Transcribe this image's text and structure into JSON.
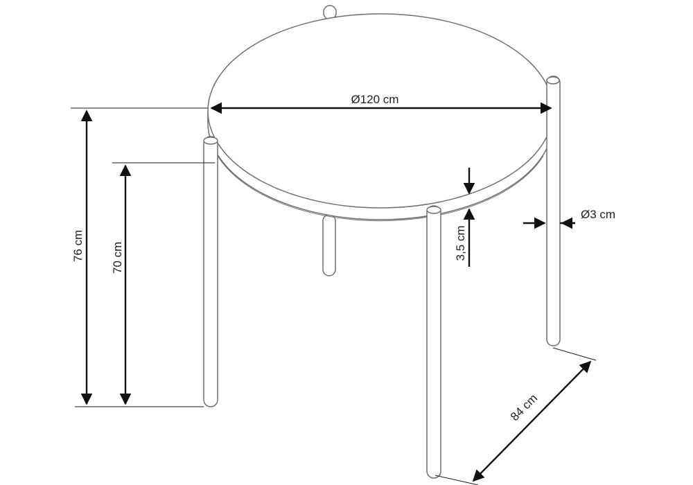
{
  "diagram": {
    "labels": {
      "diameter": "Ø120 cm",
      "total_height": "76 cm",
      "leg_height": "70 cm",
      "top_thickness": "3,5 cm",
      "leg_diameter": "Ø3 cm",
      "leg_spacing": "84 cm"
    }
  }
}
